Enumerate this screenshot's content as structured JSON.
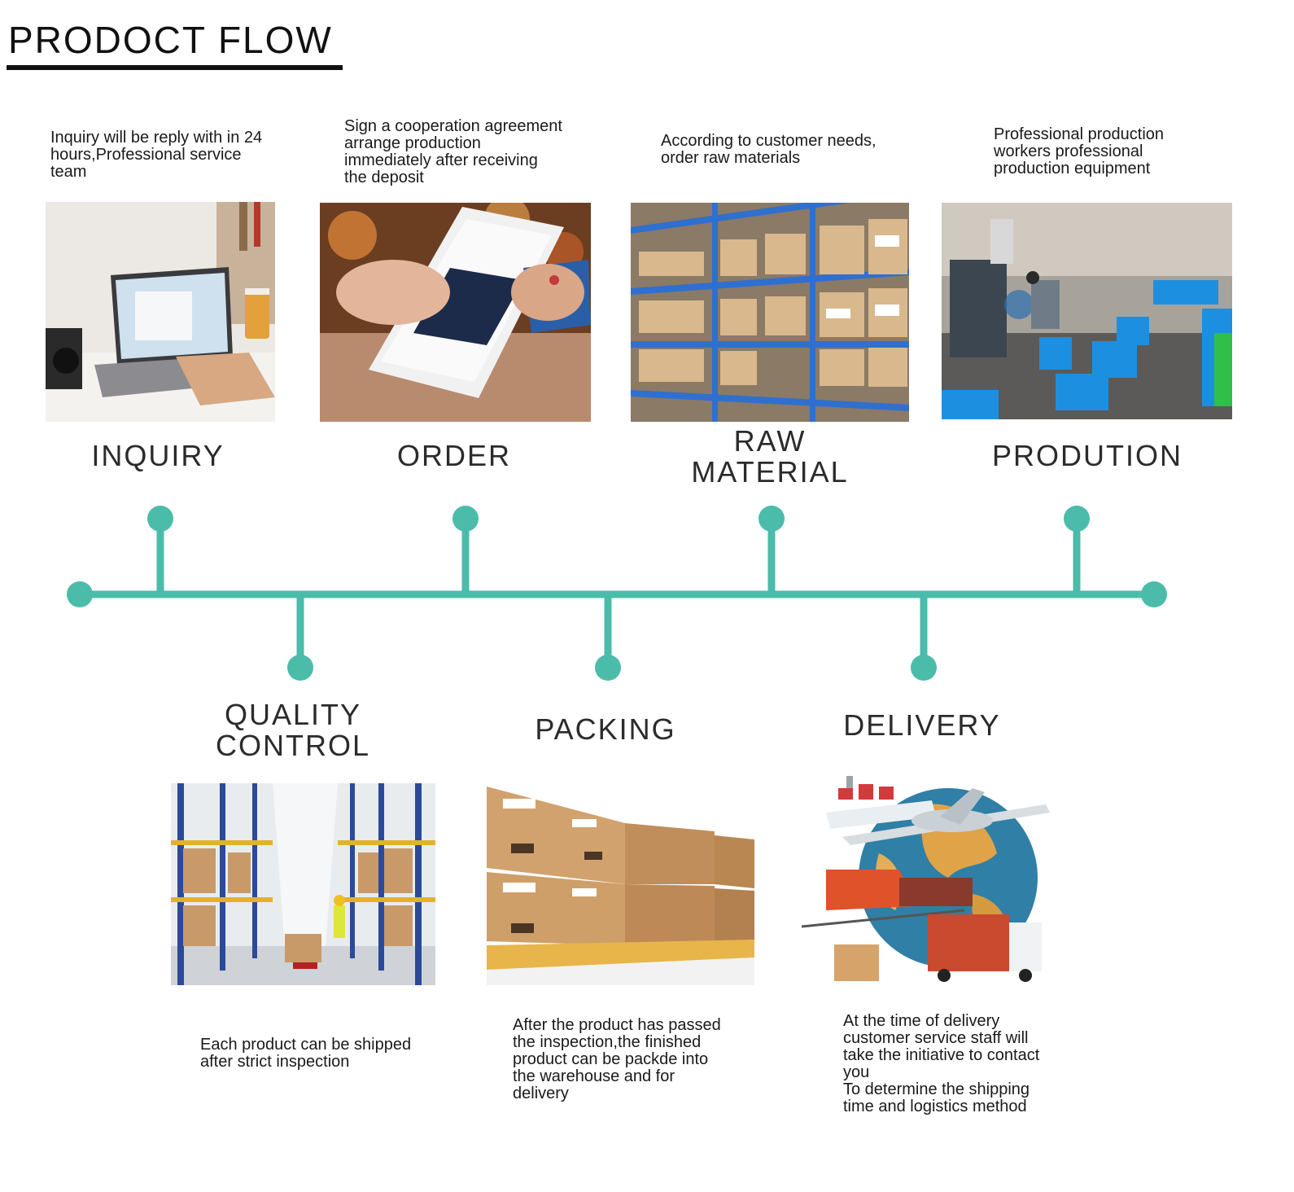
{
  "title": "PRODOCT FLOW",
  "colors": {
    "accent": "#4bbcaa",
    "text": "#222222",
    "rule": "#111111"
  },
  "steps": [
    {
      "label": "INQUIRY",
      "description": "Inquiry will be reply with in 24\nhours,Professional service\nteam",
      "image": "laptop-photo"
    },
    {
      "label": "ORDER",
      "description": "Sign a cooperation agreement\narrange production\nimmediately after receiving\nthe deposit",
      "image": "smartphone-shopping-photo"
    },
    {
      "label": "RAW\nMATERIAL",
      "description": "According to customer needs,\norder raw materials",
      "image": "warehouse-shelves-photo"
    },
    {
      "label": "PRODUTION",
      "description": "Professional production\nworkers professional\nproduction equipment",
      "image": "factory-floor-photo"
    },
    {
      "label": "QUALITY\nCONTROL",
      "description": "Each product can be shipped\nafter strict inspection",
      "image": "warehouse-aisle-photo"
    },
    {
      "label": "PACKING",
      "description": "After the product has passed\nthe inspection,the finished\nproduct can be packde into\nthe warehouse and for\ndelivery",
      "image": "cardboard-boxes-photo"
    },
    {
      "label": "DELIVERY",
      "description": "At the time of delivery\ncustomer service staff will\ntake the initiative to contact\nyou\nTo determine the shipping\ntime and logistics method",
      "image": "logistics-globe-illustration"
    }
  ]
}
